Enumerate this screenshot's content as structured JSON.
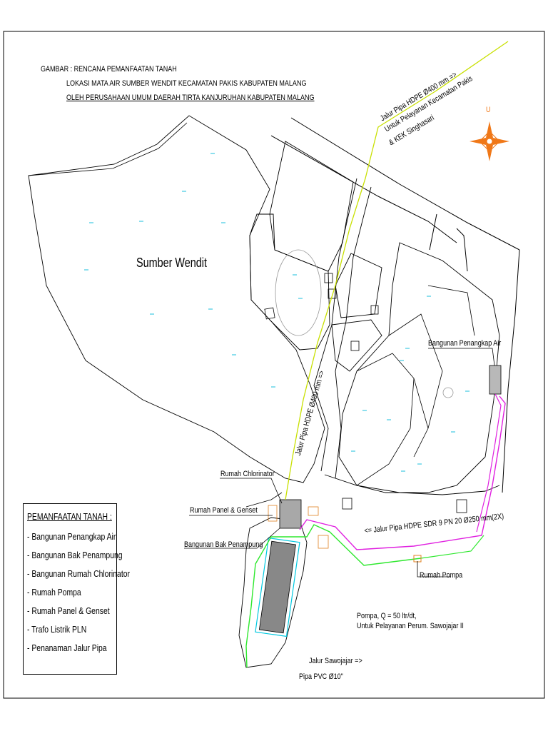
{
  "title": {
    "line1": "GAMBAR : RENCANA PEMANFAATAN TANAH",
    "line2": "LOKASI MATA AIR SUMBER WENDIT KECAMATAN PAKIS KABUPATEN MALANG",
    "line3": "OLEH PERUSAHAAN UMUM DAERAH TIRTA KANJURUHAN KABUPATEN MALANG"
  },
  "map": {
    "area_name": "Sumber Wendit",
    "north_letter": "U",
    "pipe_top": {
      "line1": "Jalur Pipa HDPE Ø400 mm =>",
      "line2": "Untuk Pelayanan Kecamatan Pakis",
      "line3": "& KEK Singhasari"
    },
    "pipe_middle": "Jalur Pipa HDPE Ø400 mm =>",
    "pipe_magenta": "<= Jalur Pipa HDPE SDR 9 PN 20 Ø250 mm(2X)",
    "labels": {
      "penangkap": "Bangunan Penangkap Air",
      "chlorinator": "Rumah Chlorinator",
      "panel": "Rumah Panel & Genset",
      "bak": "Bangunan Bak Penampung",
      "pompa": "Rumah Pompa",
      "pompa_q1": "Pompa, Q = 50 ltr/dt,",
      "pompa_q2": "Untuk Pelayanan Perum. Sawojajar II",
      "sawo1": "Jalur Sawojajar =>",
      "sawo2": "Pipa PVC Ø10\""
    },
    "colors": {
      "pipe_yellow": "#c8e000",
      "pipe_green": "#2ee82e",
      "pipe_magenta": "#e020e0",
      "tree_symbol": "#00b8d8",
      "compass": "#f07818"
    }
  },
  "legend": {
    "heading": "PEMANFAATAN TANAH :",
    "items": [
      "- Bangunan Penangkap Air",
      "- Bangunan Bak Penampung",
      "- Bangunan Rumah Chlorinator",
      "- Rumah Pompa",
      "- Rumah Panel & Genset",
      "- Trafo Listrik PLN",
      "- Penanaman Jalur Pipa"
    ]
  }
}
